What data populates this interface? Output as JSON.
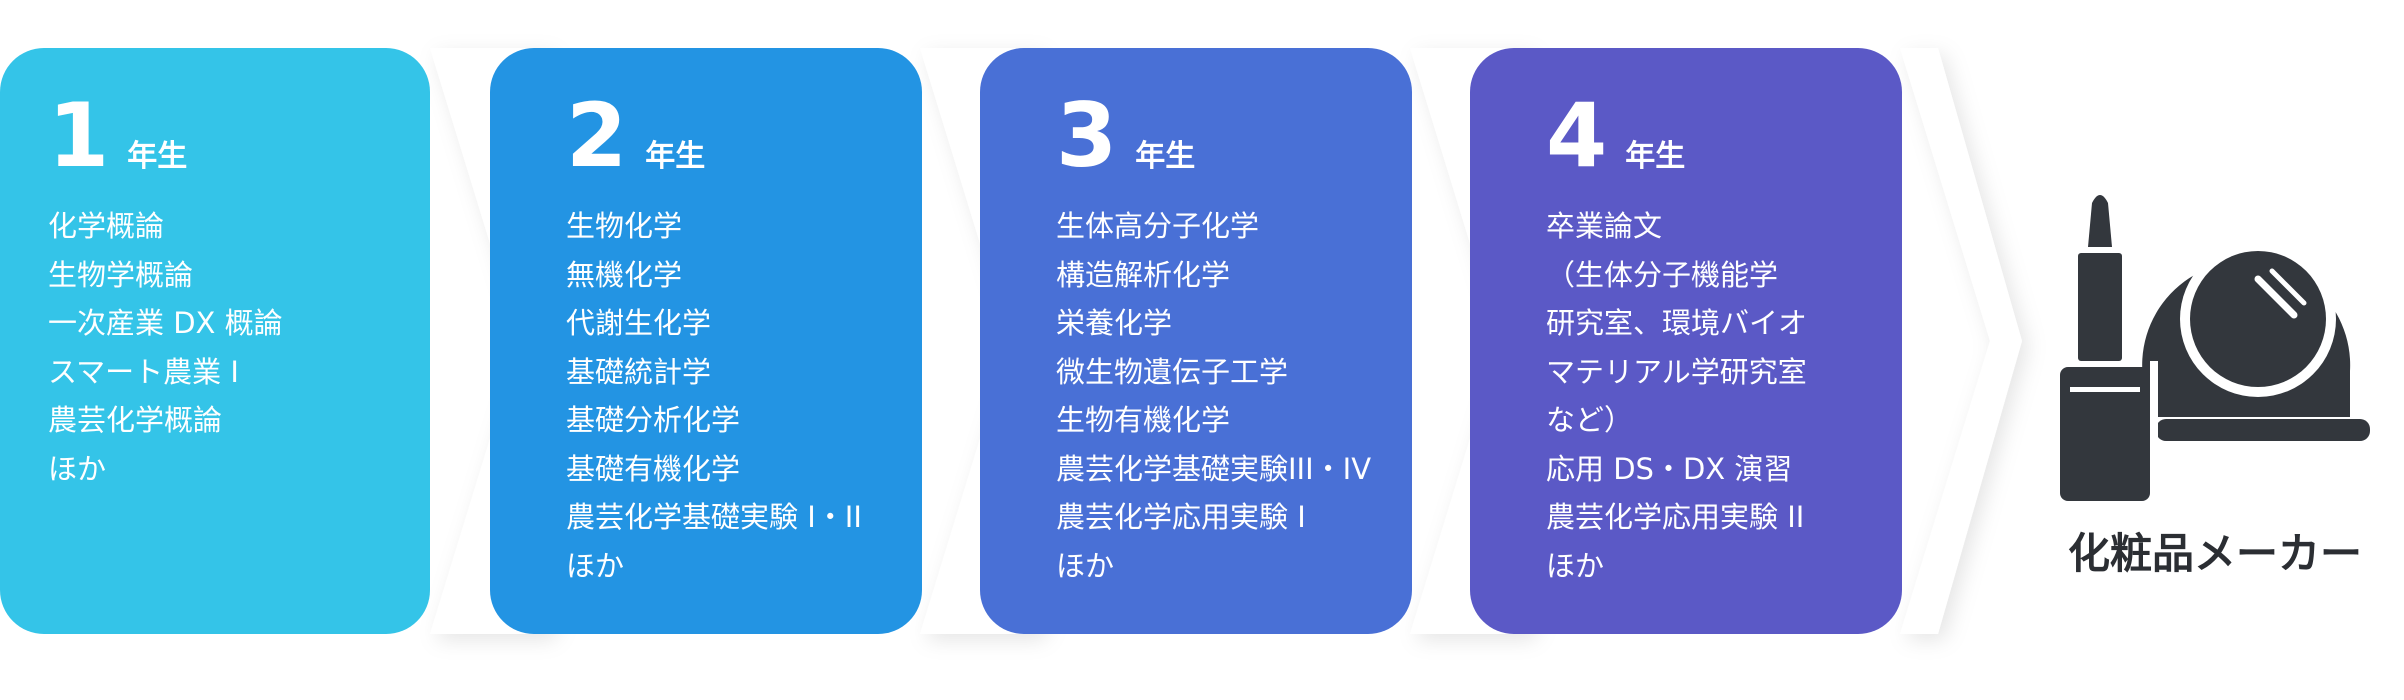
{
  "colors": {
    "year1": "#34c4e8",
    "year2": "#2394e3",
    "year3": "#4970d6",
    "year4": "#5b59c6",
    "icon": "#33373d"
  },
  "stages": [
    {
      "num": "1",
      "year": "年生",
      "courses": [
        "化学概論",
        "生物学概論",
        "一次産業 DX 概論",
        "スマート農業 I",
        "農芸化学概論",
        "ほか"
      ]
    },
    {
      "num": "2",
      "year": "年生",
      "courses": [
        "生物化学",
        "無機化学",
        "代謝生化学",
        "基礎統計学",
        "基礎分析化学",
        "基礎有機化学",
        "農芸化学基礎実験 I・II",
        "ほか"
      ]
    },
    {
      "num": "3",
      "year": "年生",
      "courses": [
        "生体高分子化学",
        "構造解析化学",
        "栄養化学",
        "微生物遺伝子工学",
        "生物有機化学",
        "農芸化学基礎実験III・IV",
        "農芸化学応用実験 I",
        "ほか"
      ]
    },
    {
      "num": "4",
      "year": "年生",
      "courses": [
        "卒業論文",
        "（生体分子機能学",
        "研究室、環境バイオ",
        "マテリアル学研究室",
        "など）",
        "応用 DS・DX 演習",
        "農芸化学応用実験 II",
        "ほか"
      ]
    }
  ],
  "destination": {
    "label": "化粧品メーカー",
    "icon": "cosmetics-icon"
  }
}
